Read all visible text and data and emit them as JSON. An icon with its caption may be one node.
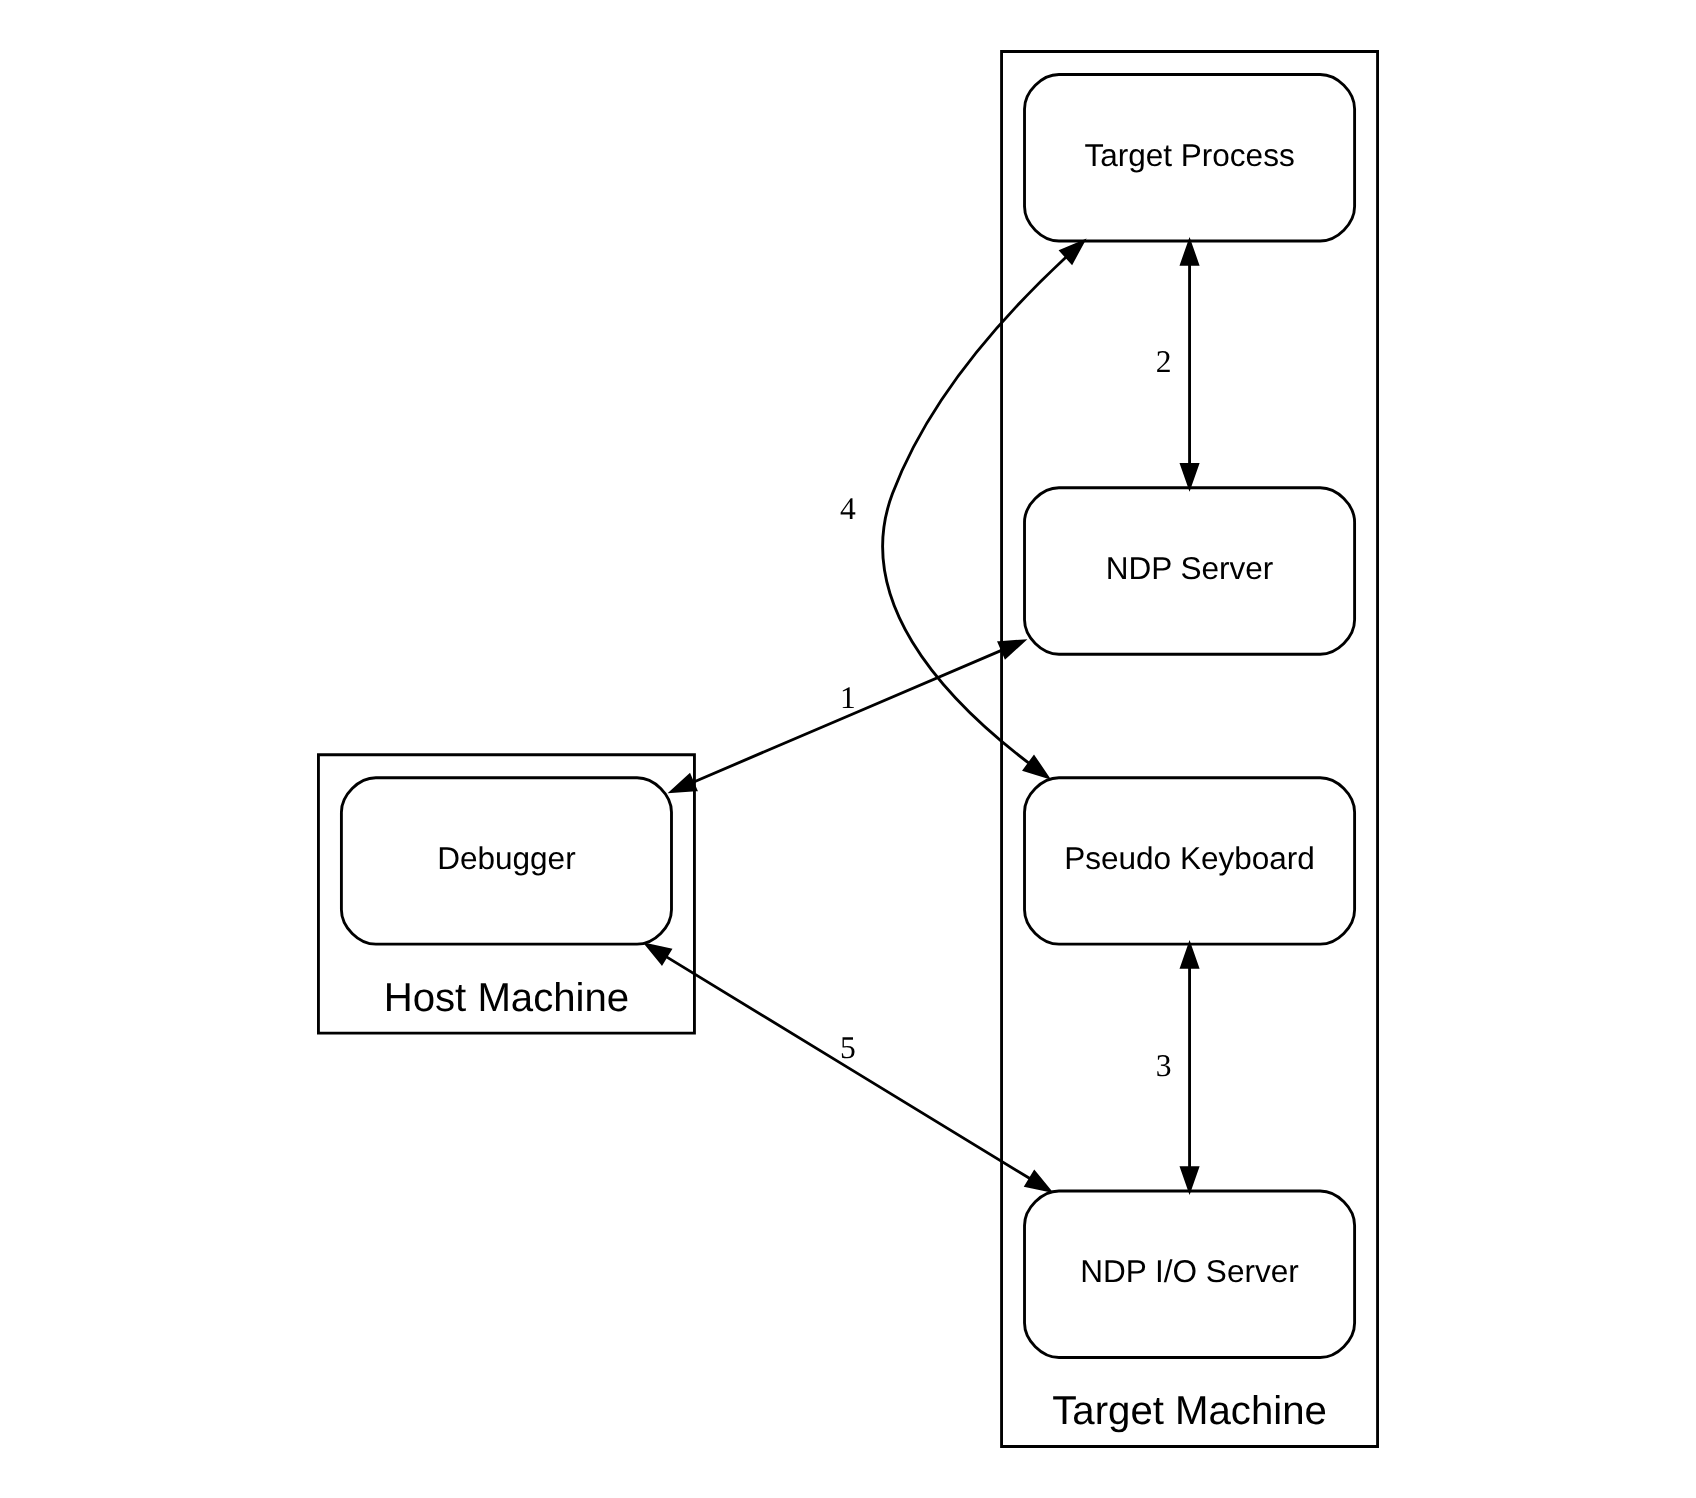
{
  "diagram": {
    "nodes": [
      {
        "text": [
          "Host Machine"
        ]
      },
      {
        "text": [
          "Debugger"
        ],
        "in": 0
      },
      {
        "text": [
          "Target Machine"
        ]
      },
      {
        "text": [
          "NDP Server"
        ],
        "in": 2
      },
      {
        "text": [
          "NDP I/O Server"
        ],
        "in": 2
      },
      {
        "text": [
          "Pseudo Keyboard"
        ],
        "in": 2
      },
      {
        "text": [
          "Target Process"
        ],
        "in": 2
      }
    ],
    "edges": [
      {
        "from": 1,
        "to": 3,
        "arrow": "both",
        "label": "1"
      },
      {
        "from": 3,
        "to": 6,
        "arrow": "both",
        "label": "2"
      },
      {
        "from": 4,
        "to": 5,
        "arrow": "both",
        "label": "3"
      },
      {
        "from": 5,
        "to": 6,
        "arrow": "both",
        "label": "4"
      },
      {
        "from": 1,
        "to": 4,
        "arrow": "both",
        "label": "5"
      }
    ]
  }
}
